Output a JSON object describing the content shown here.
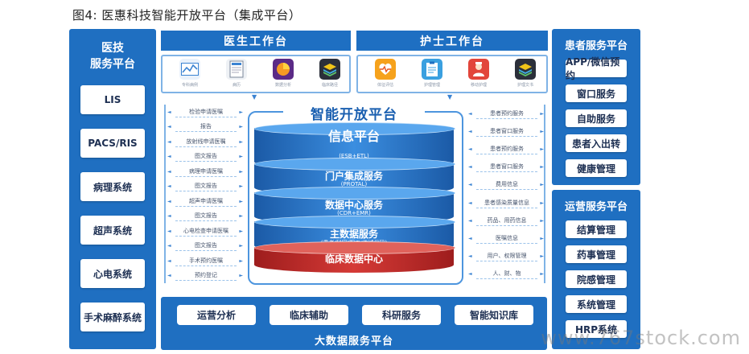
{
  "caption": "图4: 医惠科技智能开放平台（集成平台）",
  "left_panel": {
    "title_line1": "医技",
    "title_line2": "服务平台",
    "items": [
      "LIS",
      "PACS/RIS",
      "病理系统",
      "超声系统",
      "心电系统",
      "手术麻醉系统"
    ]
  },
  "doctor_station": {
    "title": "医生工作台",
    "icons": [
      {
        "icon": "line-chart-icon",
        "label": "专科病例"
      },
      {
        "icon": "document-icon",
        "label": "病历"
      },
      {
        "icon": "pie-chart-icon",
        "label": "数据分析"
      },
      {
        "icon": "layers-icon",
        "label": "临床路径"
      }
    ]
  },
  "nurse_station": {
    "title": "护士工作台",
    "icons": [
      {
        "icon": "heart-monitor-icon",
        "label": "体征评估"
      },
      {
        "icon": "clipboard-icon",
        "label": "护理管理"
      },
      {
        "icon": "nurse-icon",
        "label": "移动护理"
      },
      {
        "icon": "layers-icon",
        "label": "护理文书"
      }
    ]
  },
  "left_list": [
    "检验申请医嘱",
    "报告",
    "放射线申请医嘱",
    "图文报告",
    "病理申请医嘱",
    "图文报告",
    "超声申请医嘱",
    "图文报告",
    "心电检查申请医嘱",
    "图文报告",
    "手术预约医嘱",
    "预约登记"
  ],
  "right_list": [
    "患者预约服务",
    "患者窗口服务",
    "患者预约服务",
    "患者窗口服务",
    "费用信息",
    "患者感染质量信息",
    "药品、用药信息",
    "医嘱信息",
    "用户、权限管理",
    "人、财、物"
  ],
  "core": {
    "title": "智能开放平台",
    "layers": [
      {
        "name": "信息平台",
        "sub": "(ESB+ETL)"
      },
      {
        "name": "门户集成服务",
        "sub": "(PROTAL)"
      },
      {
        "name": "数据中心服务",
        "sub": "(CDR+EMR)"
      },
      {
        "name": "主数据服务",
        "sub": "(患者/科室/职工/值域代码)"
      },
      {
        "name": "临床数据中心",
        "sub": ""
      }
    ]
  },
  "bigdata": {
    "title": "大数据服务平台",
    "items": [
      "运营分析",
      "临床辅助",
      "科研服务",
      "智能知识库"
    ]
  },
  "patient_panel": {
    "title": "患者服务平台",
    "items": [
      "APP/微信预约",
      "窗口服务",
      "自助服务",
      "患者入出转",
      "健康管理"
    ]
  },
  "ops_panel": {
    "title": "运营服务平台",
    "items": [
      "结算管理",
      "药事管理",
      "院感管理",
      "系统管理",
      "HRP系统"
    ]
  },
  "watermark": "www.767stock.com",
  "colors": {
    "primary": "#1f6fc1",
    "disk_blue": "#2a77c9",
    "disk_red": "#c62b2b"
  }
}
